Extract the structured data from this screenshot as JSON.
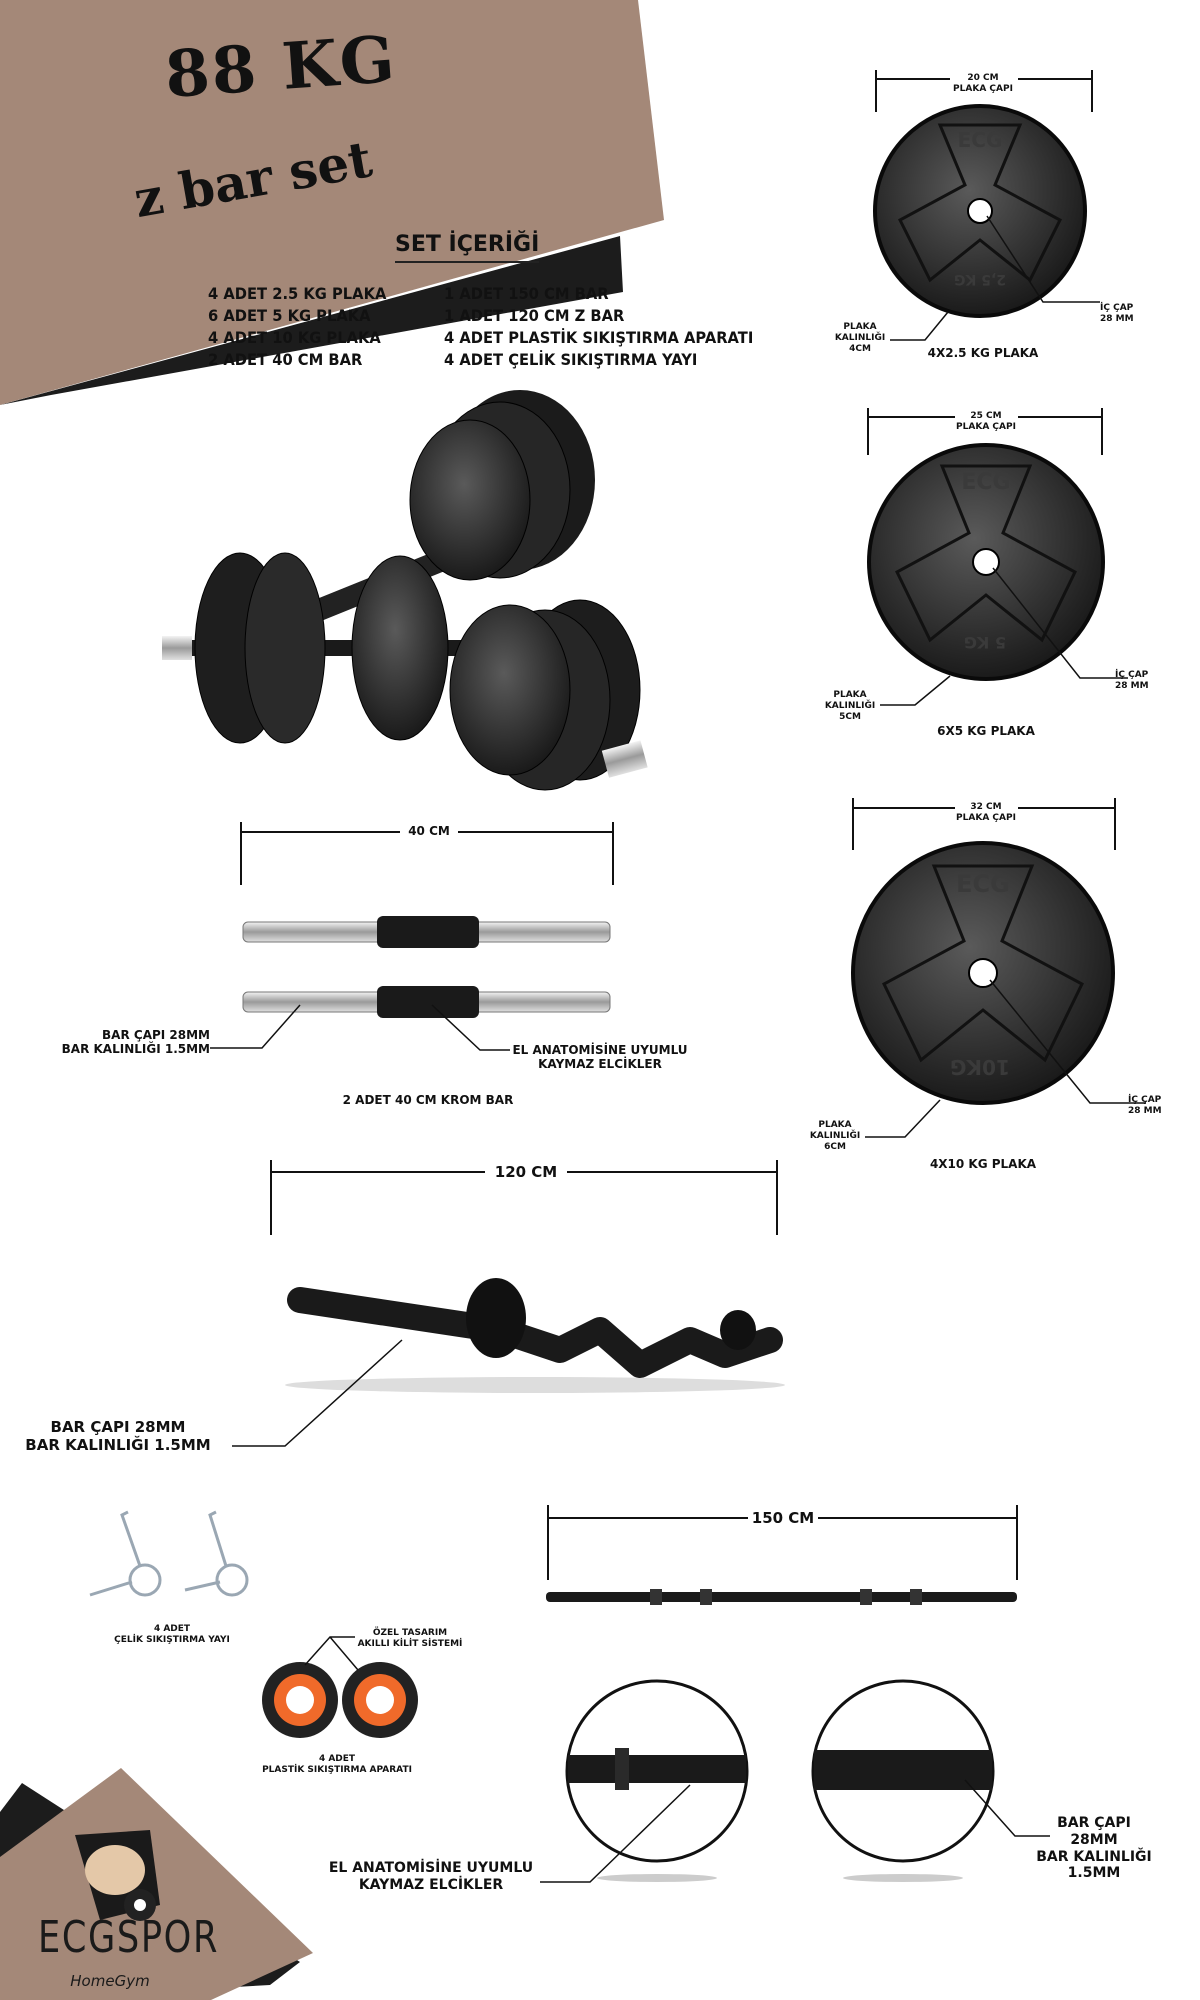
{
  "header": {
    "title_line1": "88 KG",
    "title_line2": "z bar set"
  },
  "contents": {
    "heading": "SET İÇERİĞİ",
    "left": [
      "4 ADET 2.5 KG PLAKA",
      "6 ADET 5 KG PLAKA",
      "4 ADET 10 KG PLAKA",
      "2 ADET 40 CM BAR"
    ],
    "right": [
      "1 ADET 150 CM BAR",
      "1 ADET 120 CM Z BAR",
      "4 ADET PLASTİK SIKIŞTIRMA APARATI",
      "4 ADET ÇELİK SIKIŞTIRMA YAYI"
    ]
  },
  "plates": [
    {
      "diameter": "20 CM",
      "diameter_label": "PLAKA ÇAPI",
      "inner": [
        "İÇ ÇAP",
        "28 MM"
      ],
      "thickness": [
        "PLAKA",
        "KALINLIĞI",
        "4CM"
      ],
      "caption": "4X2.5 KG PLAKA",
      "brand": "ECG",
      "weight": "2,5 KG"
    },
    {
      "diameter": "25 CM",
      "diameter_label": "PLAKA ÇAPI",
      "inner": [
        "İÇ ÇAP",
        "28 MM"
      ],
      "thickness": [
        "PLAKA",
        "KALINLIĞI",
        "5CM"
      ],
      "caption": "6X5 KG PLAKA",
      "brand": "ECG",
      "weight": "5 KG"
    },
    {
      "diameter": "32 CM",
      "diameter_label": "PLAKA ÇAPI",
      "inner": [
        "İÇ ÇAP",
        "28 MM"
      ],
      "thickness": [
        "PLAKA",
        "KALINLIĞI",
        "6CM"
      ],
      "caption": "4X10 KG PLAKA",
      "brand": "ECG",
      "weight": "10KG"
    }
  ],
  "short_bars": {
    "length": "40 CM",
    "spec": [
      "BAR ÇAPI 28MM",
      "BAR KALINLIĞI 1.5MM"
    ],
    "grip": [
      "EL ANATOMİSİNE UYUMLU",
      "KAYMAZ ELCİKLER"
    ],
    "caption": "2 ADET 40 CM KROM BAR"
  },
  "z_bar": {
    "length": "120 CM",
    "spec": [
      "BAR ÇAPI 28MM",
      "BAR KALINLIĞI 1.5MM"
    ]
  },
  "long_bar": {
    "length": "150 CM"
  },
  "springs": {
    "caption": [
      "4 ADET",
      "ÇELİK SIKIŞTIRMA YAYI"
    ]
  },
  "collars": {
    "feature": [
      "ÖZEL TASARIM",
      "AKILLI KİLİT SİSTEMİ"
    ],
    "caption": [
      "4 ADET",
      "PLASTİK SIKIŞTIRMA APARATI"
    ]
  },
  "details": {
    "grip": [
      "EL ANATOMİSİNE UYUMLU",
      "KAYMAZ ELCİKLER"
    ],
    "spec": [
      "BAR ÇAPI",
      "28MM",
      "BAR KALINLIĞI",
      "1.5MM"
    ]
  },
  "logo": {
    "brand": "ECGSPOR",
    "tagline": "HomeGym"
  },
  "colors": {
    "brand_tan": "#a48878",
    "dark": "#1c1c1c",
    "collar_orange": "#f06a2a"
  }
}
